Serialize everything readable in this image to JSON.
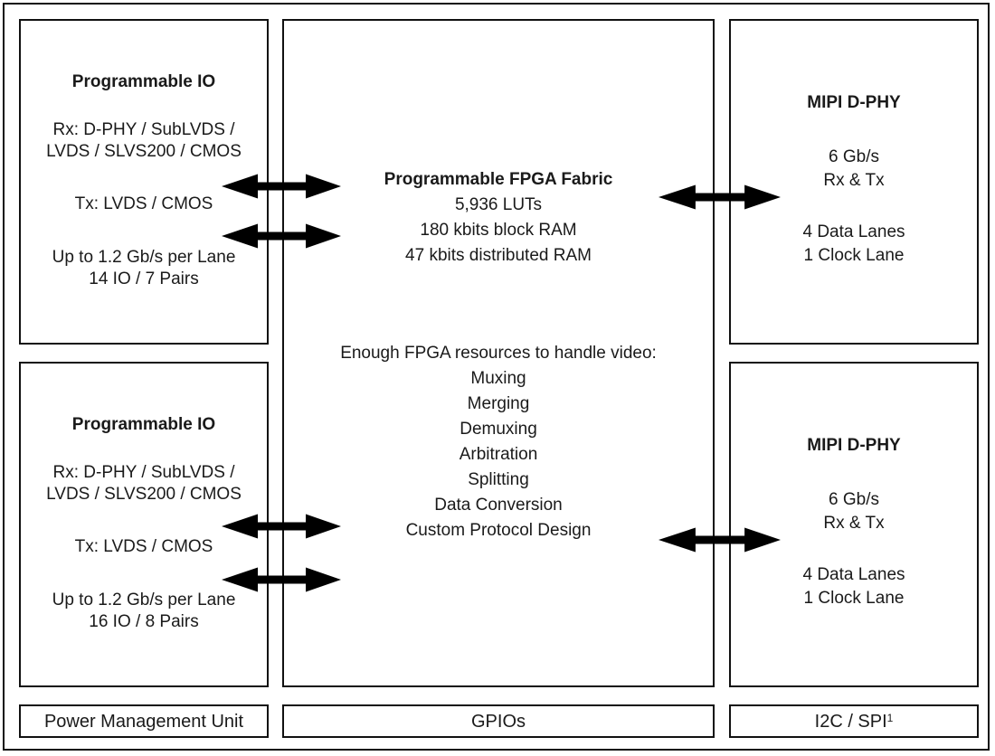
{
  "colors": {
    "ink": "#1a1a1a",
    "line": "#111111",
    "arrow": "#000000",
    "background": "#ffffff"
  },
  "blocks": {
    "left_top": {
      "title": "Programmable IO",
      "rx_line1": "Rx: D-PHY / SubLVDS /",
      "rx_line2": "LVDS / SLVS200 / CMOS",
      "tx": "Tx: LVDS / CMOS",
      "rate": "Up to 1.2 Gb/s per Lane",
      "io_pairs": "14 IO / 7 Pairs"
    },
    "left_bottom": {
      "title": "Programmable IO",
      "rx_line1": "Rx: D-PHY / SubLVDS /",
      "rx_line2": "LVDS / SLVS200 / CMOS",
      "tx": "Tx: LVDS / CMOS",
      "rate": "Up to 1.2 Gb/s per Lane",
      "io_pairs": "16 IO / 8 Pairs"
    },
    "center": {
      "title": "Programmable FPGA Fabric",
      "luts": "5,936 LUTs",
      "block_ram": "180 kbits block RAM",
      "distributed_ram": "47 kbits distributed RAM",
      "resources_heading": "Enough FPGA resources to handle video:",
      "resources": [
        "Muxing",
        "Merging",
        "Demuxing",
        "Arbitration",
        "Splitting",
        "Data Conversion",
        "Custom Protocol Design"
      ]
    },
    "right_top": {
      "title": "MIPI D-PHY",
      "speed": "6 Gb/s",
      "rx_tx": "Rx & Tx",
      "data_lanes": "4 Data Lanes",
      "clock_lane": "1 Clock Lane"
    },
    "right_bottom": {
      "title": "MIPI D-PHY",
      "speed": "6 Gb/s",
      "rx_tx": "Rx & Tx",
      "data_lanes": "4 Data Lanes",
      "clock_lane": "1 Clock Lane"
    },
    "bottom": {
      "power": "Power Management Unit",
      "gpio": "GPIOs",
      "i2c_spi": "I2C / SPI",
      "i2c_spi_note": "1"
    }
  },
  "connectors": {
    "style": "double-headed-arrow",
    "color": "#000000",
    "left_top_to_center": 2,
    "left_bottom_to_center": 2,
    "center_to_right_top": 1,
    "center_to_right_bottom": 1
  }
}
